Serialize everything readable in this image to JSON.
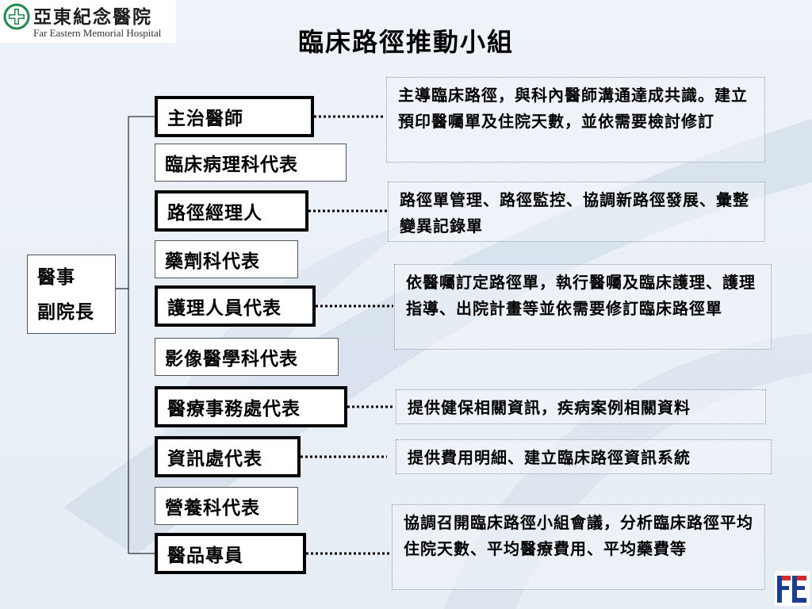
{
  "header": {
    "logo_cn": "亞東紀念醫院",
    "logo_en": "Far Eastern Memorial Hospital",
    "title": "臨床路徑推動小組"
  },
  "root": {
    "line1": "醫事",
    "line2": "副院長"
  },
  "members": [
    {
      "label": "主治醫師",
      "emphasis": true
    },
    {
      "label": "臨床病理科代表",
      "emphasis": false
    },
    {
      "label": "路徑經理人",
      "emphasis": true
    },
    {
      "label": "藥劑科代表",
      "emphasis": false
    },
    {
      "label": "護理人員代表",
      "emphasis": true
    },
    {
      "label": "影像醫學科代表",
      "emphasis": false
    },
    {
      "label": "醫療事務處代表",
      "emphasis": true
    },
    {
      "label": "資訊處代表",
      "emphasis": true
    },
    {
      "label": "營養科代表",
      "emphasis": false
    },
    {
      "label": "醫品專員",
      "emphasis": true
    }
  ],
  "descriptions": [
    "主導臨床路徑，與科內醫師溝通達成共識。建立預印醫囑單及住院天數，並依需要檢討修訂",
    "路徑單管理、路徑監控、協調新路徑發展、彙整變異記錄單",
    "依醫囑訂定路徑單，執行醫囑及臨床護理、護理指導、出院計畫等並依需要修訂臨床路徑單",
    "提供健保相關資訊，疾病案例相關資料",
    "提供費用明細、建立臨床路徑資訊系統",
    "協調召開臨床路徑小組會議，分析臨床路徑平均住院天數、平均醫療費用、平均藥費等"
  ],
  "colors": {
    "logo_green": "#1f8a4c",
    "fe_red": "#d52b2b",
    "fe_blue": "#1a3d8f",
    "swoosh": "#c9d6e4"
  }
}
